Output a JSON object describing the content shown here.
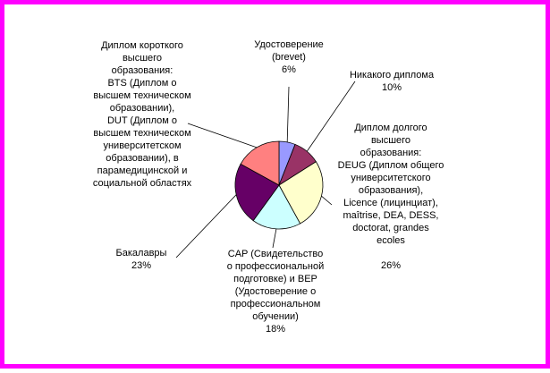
{
  "chart_data": {
    "type": "pie",
    "title": "",
    "slices": [
      {
        "label": "Удостоверение\n(brevet)",
        "value": 6,
        "pct": "6%",
        "color": "#9999ff"
      },
      {
        "label": "Никакого диплома",
        "value": 10,
        "pct": "10%",
        "color": "#993366"
      },
      {
        "label": "Диплом долгого\nвысшего\nобразования:\nDEUG (Диплом общего\nуниверситетского\nобразования),\nLicence (лицинциат),\nmaîtrise, DEA, DESS,\ndoctorat, grandes\necoles",
        "value": 26,
        "pct": "26%",
        "color": "#ffffcc"
      },
      {
        "label": "CAP (Свидетельство\nо профессиональной\nподготовке) и BEP\n(Удостоверение о\nпрофессиональном\nобучении)",
        "value": 18,
        "pct": "18%",
        "color": "#ccffff"
      },
      {
        "label": "Бакалавры",
        "value": 23,
        "pct": "23%",
        "color": "#660066"
      },
      {
        "label": "Диплом короткого\nвысшего\nобразования:\nBTS (Диплом о\nвысшем техническом\nобразовании),\nDUT (Диплом о\nвысшем техническом\nуниверситетском\nобразовании), в\nпарамедицинской и\nсоциальной областях",
        "value": 17,
        "pct": "",
        "color": "#ff8080"
      }
    ],
    "legend": "none",
    "grid": false
  },
  "labels": [
    {
      "text": "Удостоверение\n(brevet)\n6%"
    },
    {
      "text": "Никакого диплома\n10%"
    },
    {
      "text": "Диплом долгого\nвысшего\nобразования:\nDEUG (Диплом общего\nуниверситетского\nобразования),\nLicence (лицинциат),\nmaîtrise, DEA, DESS,\ndoctorat, grandes\necoles\n\n26%"
    },
    {
      "text": "CAP (Свидетельство\nо профессиональной\nподготовке) и BEP\n(Удостоверение о\nпрофессиональном\nобучении)\n18%"
    },
    {
      "text": "Бакалавры\n23%"
    },
    {
      "text": "Диплом короткого\nвысшего\nобразования:\nBTS (Диплом о\nвысшем техническом\nобразовании),\nDUT (Диплом о\nвысшем техническом\nуниверситетском\nобразовании), в\nпарамедицинской и\nсоциальной областях"
    }
  ]
}
